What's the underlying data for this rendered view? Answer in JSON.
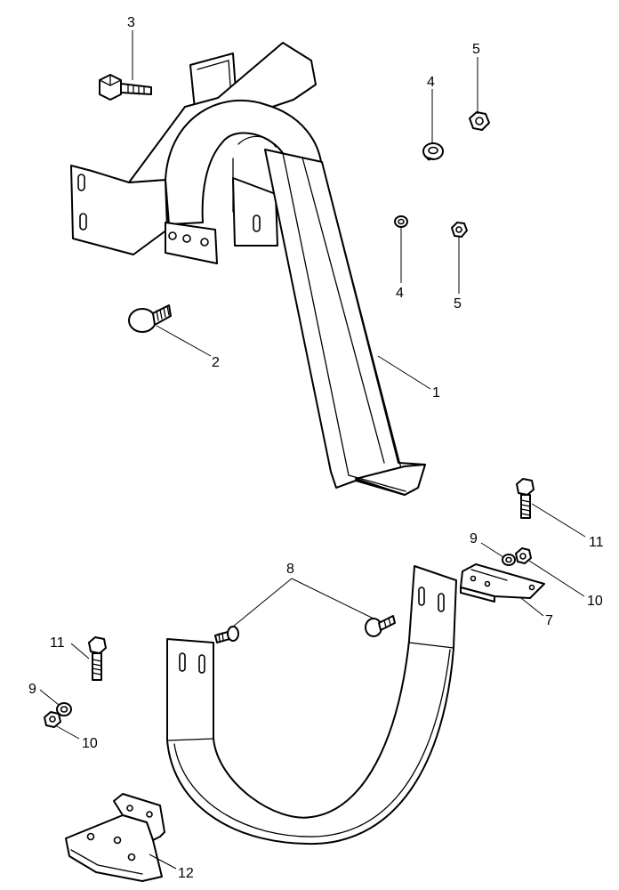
{
  "callouts": {
    "c1": "1",
    "c2": "2",
    "c3": "3",
    "c4a": "4",
    "c4b": "4",
    "c5a": "5",
    "c5b": "5",
    "c7": "7",
    "c8": "8",
    "c9a": "9",
    "c9b": "9",
    "c10a": "10",
    "c10b": "10",
    "c11a": "11",
    "c11b": "11",
    "c12": "12"
  }
}
